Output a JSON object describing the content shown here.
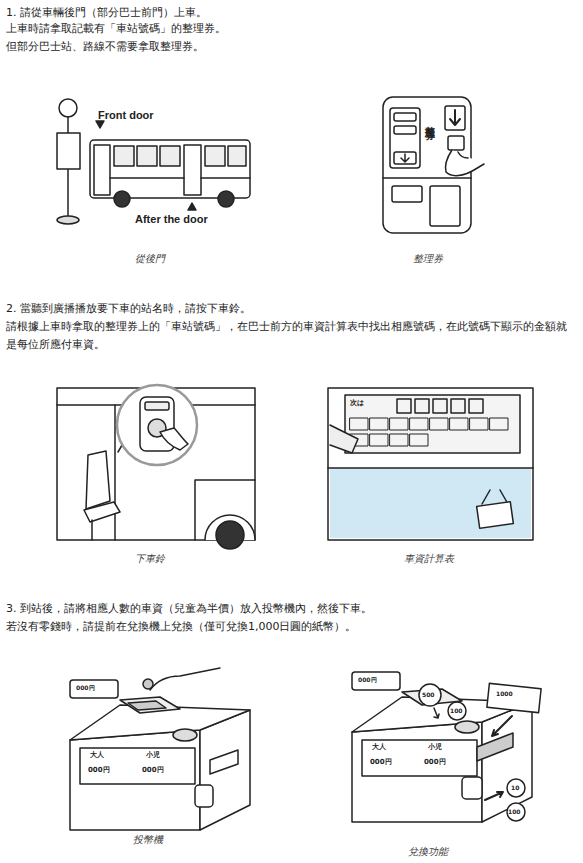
{
  "diagram": {
    "labels": [
      "1. 請從車輛後門（部分巴士前門）上車。",
      "上車時請拿取記載有「車站號碼」的整理券。",
      "但部分巴士站、路線不需要拿取整理券。",
      "Front door",
      "After the door",
      "整理券",
      "從後門",
      "整理券",
      "2. 當聽到廣播播放要下車的站名時，請按下車鈴。",
      "請根據上車時拿取的整理券上的「車站號碼」，在巴士前方的車資計算表中找出相應號碼，在此號碼下顯示的金額就是每位所應付車資。",
      "次は",
      "下車鈴",
      "車資計算表",
      "3. 到站後，請將相應人數的車資（兒童為半價）放入投幣機內，然後下車。",
      "若沒有零錢時，請提前在兌換機上兌換（僅可兌換1,000日圓的紙幣）。",
      "000円",
      "大人",
      "小児",
      "000円",
      "000円",
      "投幣機",
      "000円",
      "500",
      "100",
      "1000",
      "大人",
      "小児",
      "000円",
      "000円",
      "10",
      "100",
      "兌換功能"
    ]
  }
}
